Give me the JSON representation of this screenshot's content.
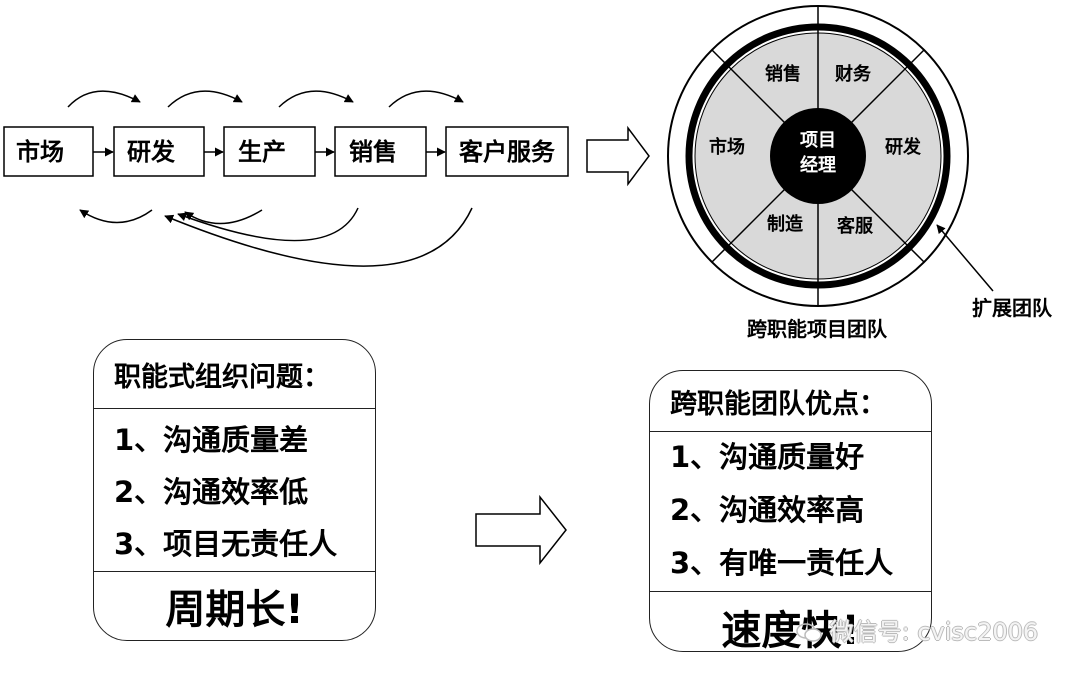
{
  "process_flow": {
    "steps": [
      {
        "id": "market",
        "label": "市场"
      },
      {
        "id": "rnd",
        "label": "研发"
      },
      {
        "id": "production",
        "label": "生产"
      },
      {
        "id": "sales",
        "label": "销售"
      },
      {
        "id": "service",
        "label": "客户服务"
      }
    ]
  },
  "team_wheel": {
    "center": [
      "项目",
      "经理"
    ],
    "segments": [
      {
        "id": "sales",
        "label": "销售"
      },
      {
        "id": "finance",
        "label": "财务"
      },
      {
        "id": "rnd",
        "label": "研发"
      },
      {
        "id": "service",
        "label": "客服"
      },
      {
        "id": "manufacturing",
        "label": "制造"
      },
      {
        "id": "market",
        "label": "市场"
      }
    ],
    "caption": "跨职能项目团队",
    "extended_label": "扩展团队"
  },
  "functional_card": {
    "title": "职能式组织问题：",
    "items": [
      "1、沟通质量差",
      "2、沟通效率低",
      "3、项目无责任人"
    ],
    "result": "周期长!"
  },
  "crossfunctional_card": {
    "title": "跨职能团队优点：",
    "items": [
      "1、沟通质量好",
      "2、沟通效率高",
      "3、有唯一责任人"
    ],
    "result": "速度快!"
  },
  "watermark": {
    "text": "微信号: cvisc2006",
    "icon": "wechat-icon"
  }
}
